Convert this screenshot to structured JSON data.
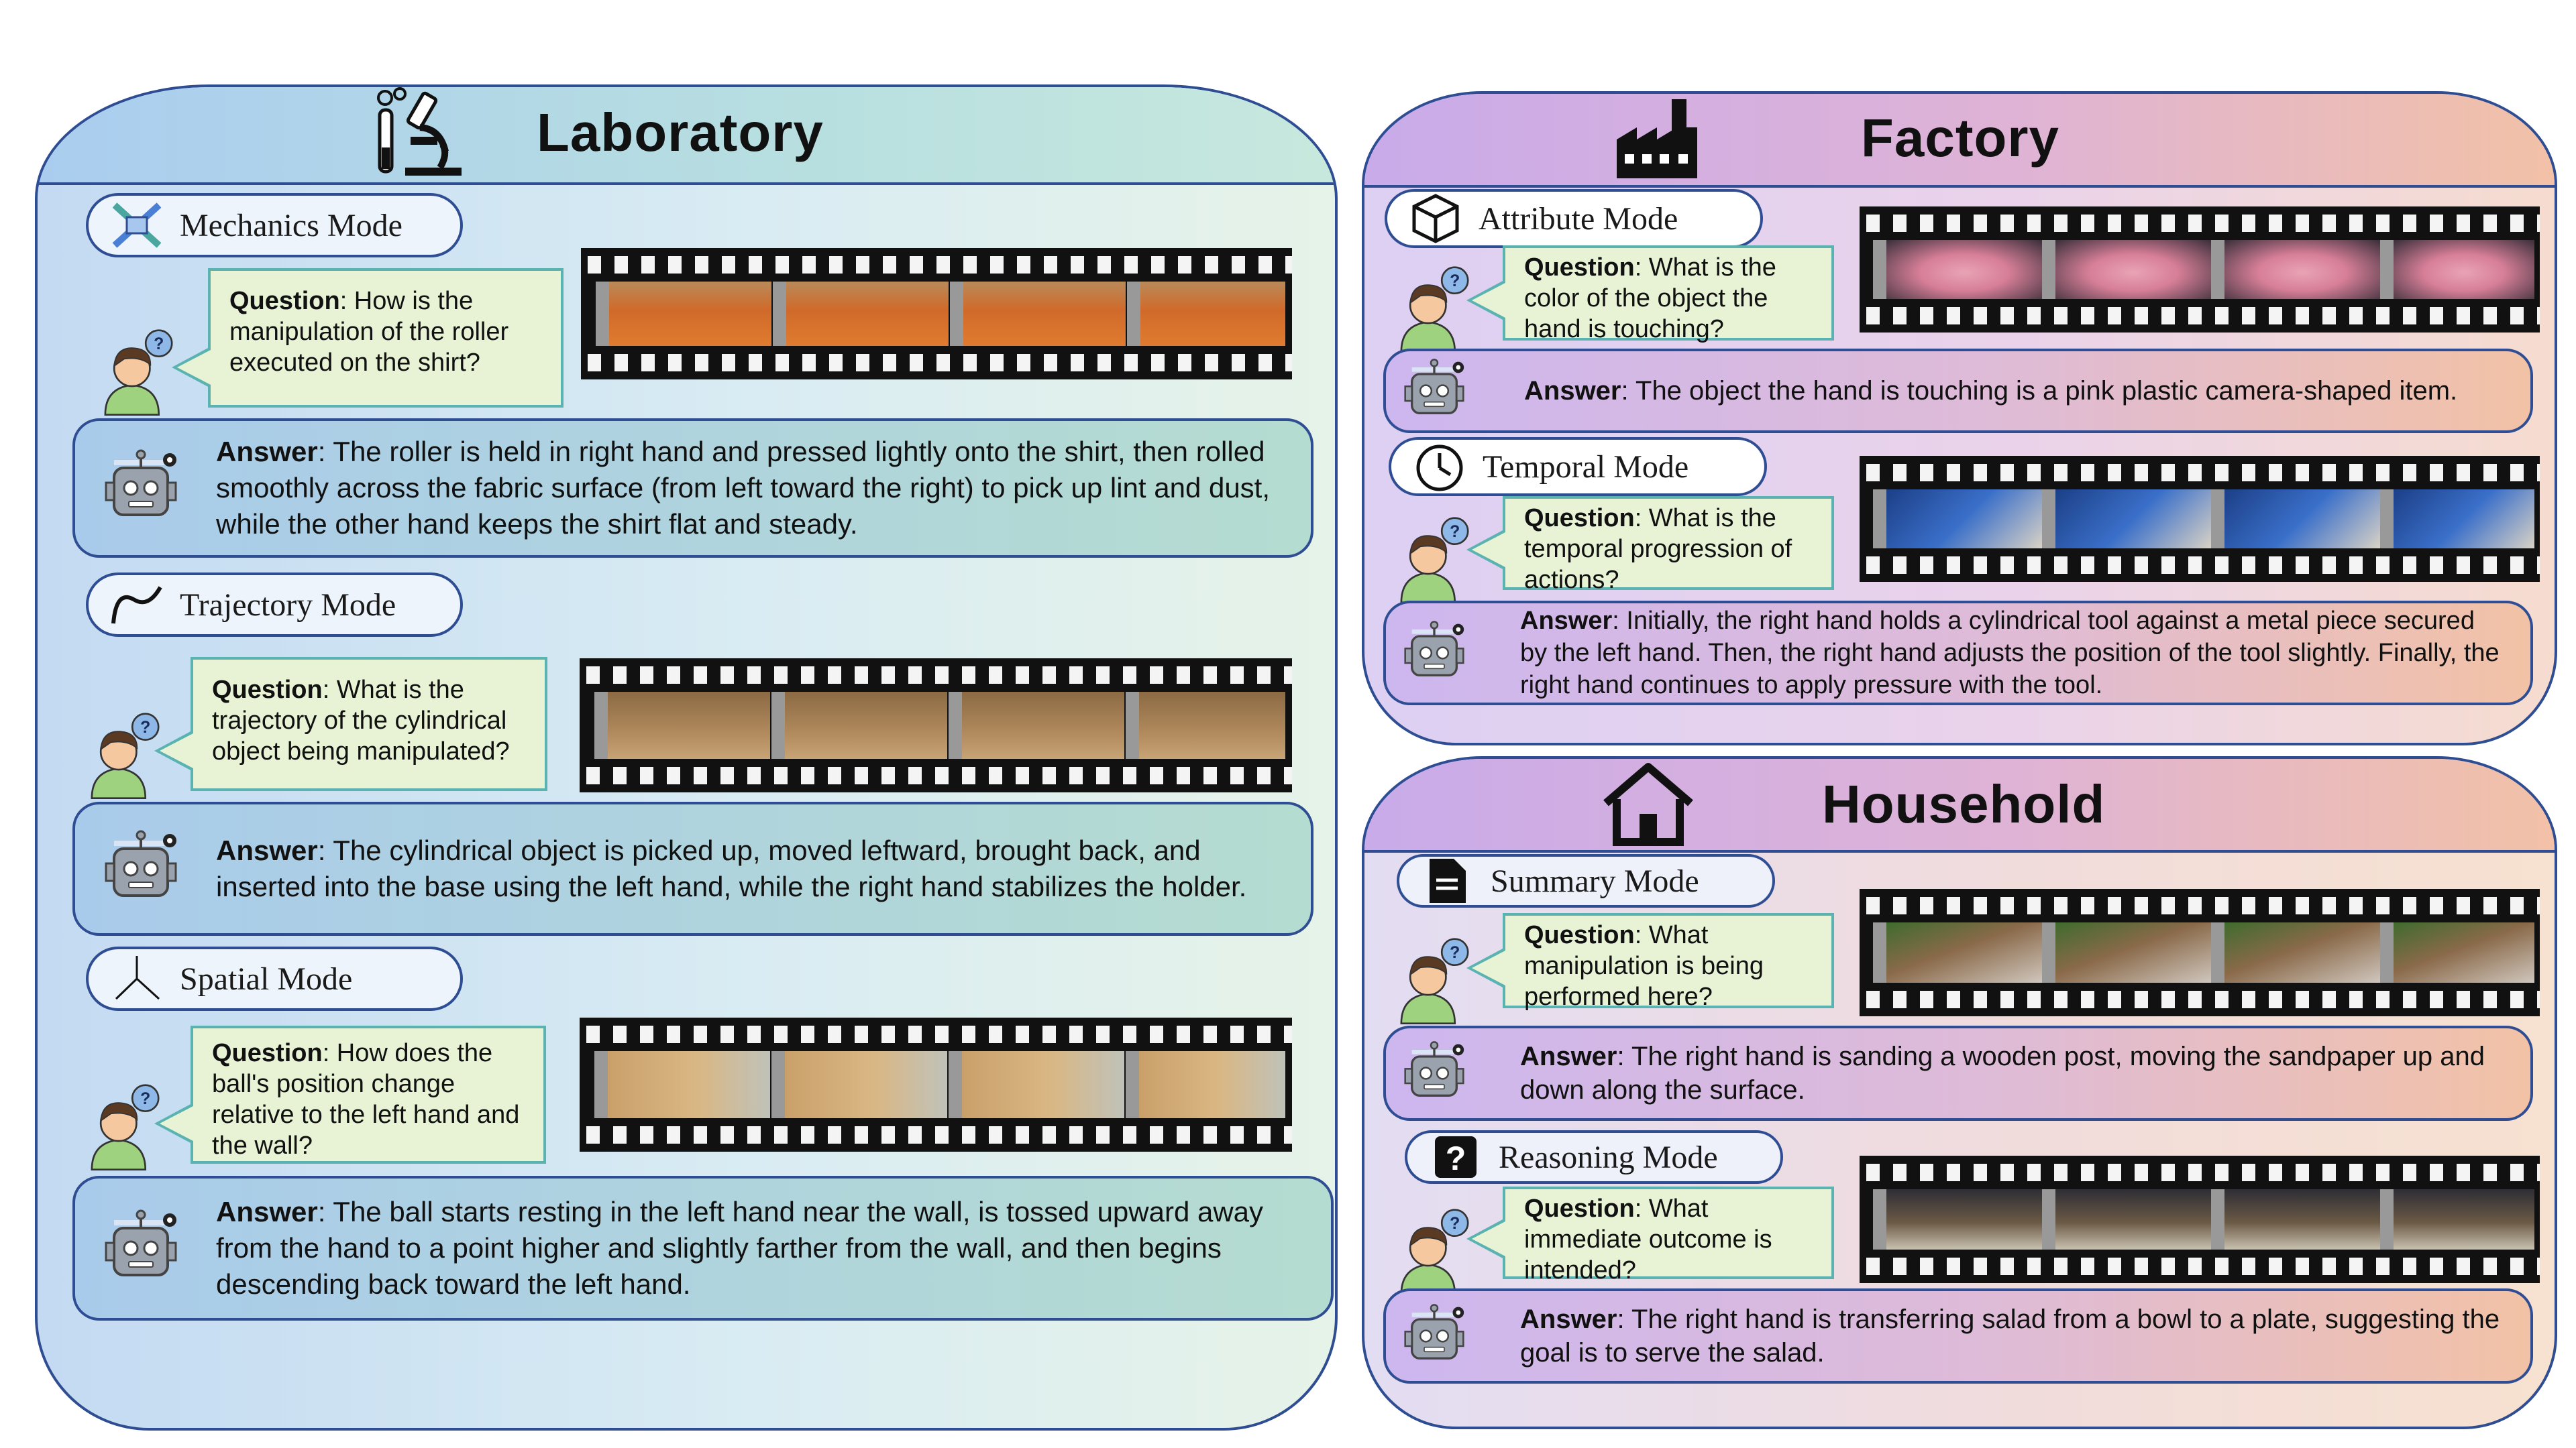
{
  "colors": {
    "border": "#2f4d92",
    "lab_panel_gradient": [
      "#c3daf2",
      "#d9ecf3",
      "#e6f3e8"
    ],
    "lab_answer_gradient": [
      "#a9cbeb",
      "#b5dcd0"
    ],
    "factory_header_gradient": [
      "#c9abea",
      "#f2c1a7"
    ],
    "factory_answer_gradient": [
      "#cdb7ef",
      "#f2c2a6"
    ],
    "household_header_gradient": [
      "#c9abea",
      "#f2c1a7"
    ],
    "question_fill": "#e8f3d6",
    "question_border": "#5ab3b0"
  },
  "laboratory": {
    "title": "Laboratory",
    "icon": "microscope-icon",
    "modes": [
      {
        "label": "Mechanics Mode",
        "icon": "mechanics-icon",
        "question_label": "Question",
        "question": ": How is the manipulation of the roller executed on the shirt?",
        "answer_label": "Answer",
        "answer": ": The roller is held in right hand and pressed lightly onto the shirt, then rolled smoothly across the fabric surface (from left toward the right) to pick up lint and dust, while the other hand keeps the shirt flat and steady."
      },
      {
        "label": "Trajectory Mode",
        "icon": "trajectory-curve-icon",
        "question_label": "Question",
        "question": ": What is the trajectory of the cylindrical object being manipulated?",
        "answer_label": "Answer",
        "answer": ": The cylindrical object is picked up, moved leftward, brought back, and inserted into the base using the left hand, while the right hand stabilizes the holder."
      },
      {
        "label": "Spatial Mode",
        "icon": "axes-icon",
        "question_label": "Question",
        "question": ": How does the ball's position change relative to the left hand and the wall?",
        "answer_label": "Answer",
        "answer": ": The ball starts resting in the left hand near the wall, is tossed upward away from the hand to a point higher and slightly farther from the wall, and then begins descending back toward the left hand."
      }
    ]
  },
  "factory": {
    "title": "Factory",
    "icon": "factory-icon",
    "modes": [
      {
        "label": "Attribute Mode",
        "icon": "cube-icon",
        "question_label": "Question",
        "question": ": What is the color of the object the hand is touching?",
        "answer_label": "Answer",
        "answer": ": The object the hand is touching is a pink plastic camera-shaped item."
      },
      {
        "label": "Temporal Mode",
        "icon": "clock-icon",
        "question_label": "Question",
        "question": ": What is the temporal progression of actions?",
        "answer_label": "Answer",
        "answer": ": Initially, the right hand holds a cylindrical tool against a metal piece secured by the left hand. Then, the right hand adjusts the position of the tool slightly. Finally, the right hand continues to apply pressure with the tool."
      }
    ]
  },
  "household": {
    "title": "Household",
    "icon": "house-icon",
    "modes": [
      {
        "label": "Summary Mode",
        "icon": "document-icon",
        "question_label": "Question",
        "question": ": What manipulation is being performed here?",
        "answer_label": "Answer",
        "answer": ": The right hand is sanding a wooden post, moving the sandpaper up and down along the surface."
      },
      {
        "label": "Reasoning Mode",
        "icon": "question-mark-icon",
        "question_label": "Question",
        "question": ": What immediate outcome is intended?",
        "answer_label": "Answer",
        "answer": ": The right hand is transferring salad from a bowl to a plate, suggesting the goal is to serve the salad."
      }
    ]
  }
}
